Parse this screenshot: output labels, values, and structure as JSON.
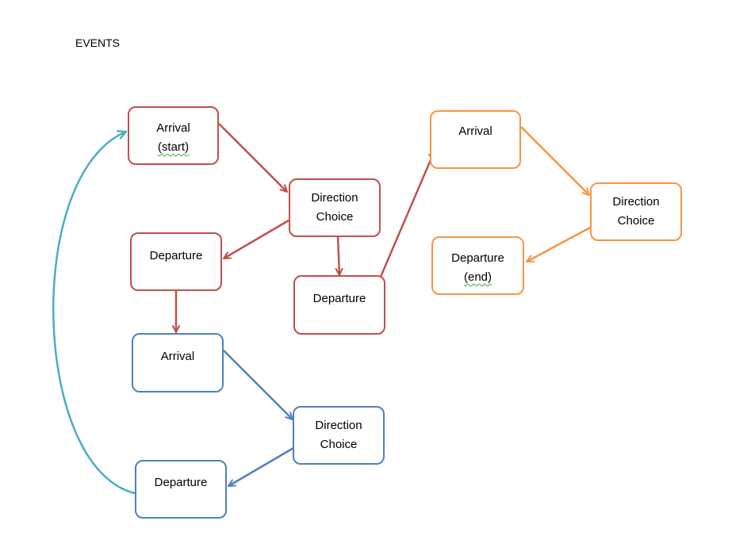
{
  "title": "EVENTS",
  "colors": {
    "red": "#c0504d",
    "blue": "#4f81bd",
    "orange": "#f79646",
    "loop": "#4bacc6"
  },
  "nodes": {
    "arrival_start": {
      "label": "Arrival",
      "sublabel": "(start)"
    },
    "direction_red": {
      "line1": "Direction",
      "line2": "Choice"
    },
    "departure_red_left": {
      "label": "Departure"
    },
    "departure_red_right": {
      "label": "Departure"
    },
    "arrival_blue": {
      "label": "Arrival"
    },
    "direction_blue": {
      "line1": "Direction",
      "line2": "Choice"
    },
    "departure_blue": {
      "label": "Departure"
    },
    "arrival_orange": {
      "label": "Arrival"
    },
    "direction_orange": {
      "line1": "Direction",
      "line2": "Choice"
    },
    "departure_end": {
      "label": "Departure",
      "sublabel": "(end)"
    }
  }
}
